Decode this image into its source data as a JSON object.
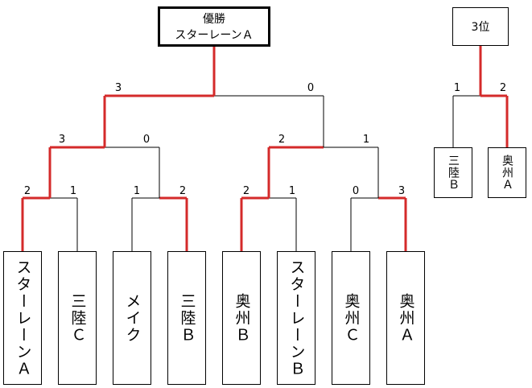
{
  "champion": {
    "line1": "優勝",
    "line2": "スターレーンＡ"
  },
  "third_place": {
    "title": "3位",
    "teams": [
      "三陸Ｂ",
      "奥州Ａ"
    ],
    "scores": [
      "1",
      "2"
    ]
  },
  "teams": [
    "スターレーンＡ",
    "三陸Ｃ",
    "メイク",
    "三陸Ｂ",
    "奥州Ｂ",
    "スターレーンＢ",
    "奥州Ｃ",
    "奥州Ａ"
  ],
  "round1_scores": [
    "2",
    "1",
    "1",
    "2",
    "2",
    "1",
    "0",
    "3"
  ],
  "semi_scores": [
    "3",
    "0",
    "2",
    "1"
  ],
  "final_scores": [
    "3",
    "0"
  ],
  "colors": {
    "winner_line": "#d42a2a",
    "line": "#000000"
  }
}
